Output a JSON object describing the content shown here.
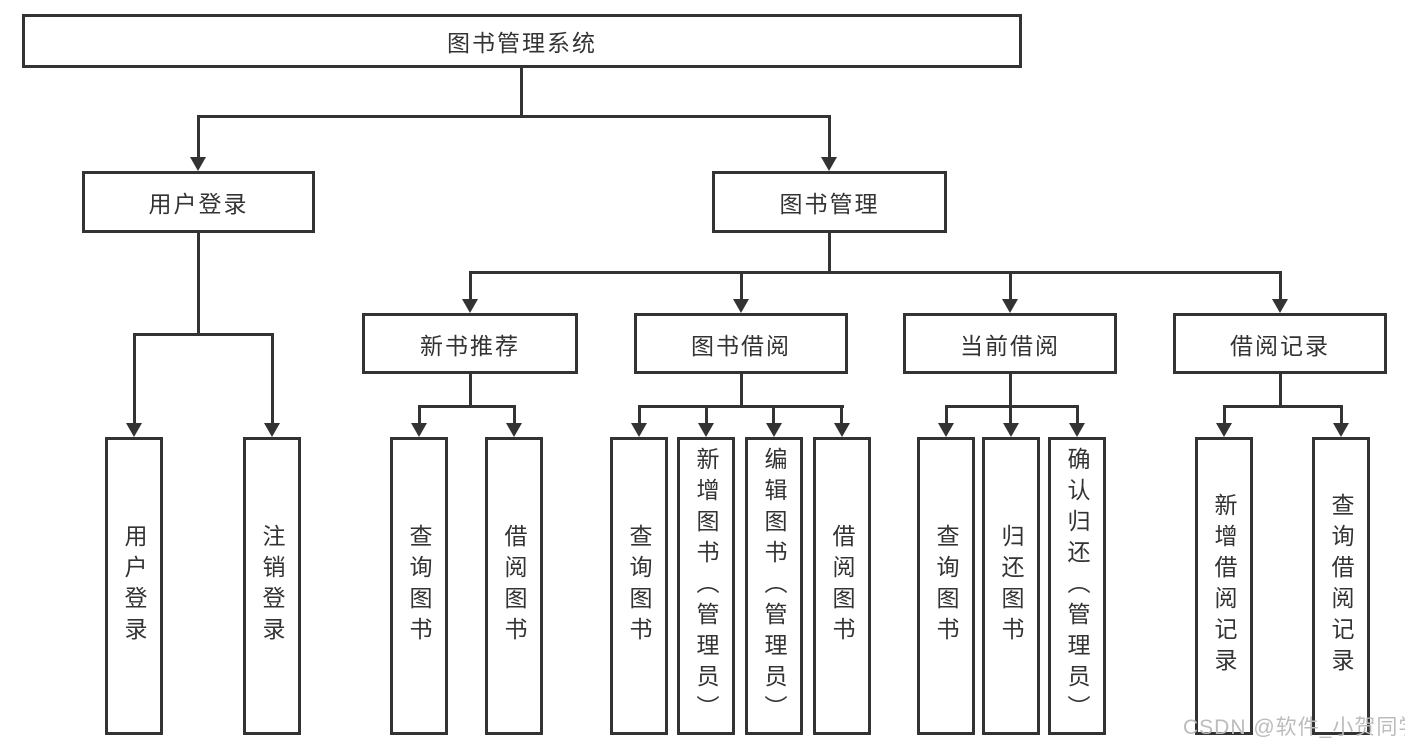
{
  "diagram": {
    "type": "hierarchy",
    "tree": {
      "label": "图书管理系统",
      "children": [
        {
          "label": "用户登录",
          "children": [
            {
              "label": "用户登录"
            },
            {
              "label": "注销登录"
            }
          ]
        },
        {
          "label": "图书管理",
          "children": [
            {
              "label": "新书推荐",
              "children": [
                {
                  "label": "查询图书"
                },
                {
                  "label": "借阅图书"
                }
              ]
            },
            {
              "label": "图书借阅",
              "children": [
                {
                  "label": "查询图书"
                },
                {
                  "label": "新增图书（管理员）"
                },
                {
                  "label": "编辑图书（管理员）"
                },
                {
                  "label": "借阅图书"
                }
              ]
            },
            {
              "label": "当前借阅",
              "children": [
                {
                  "label": "查询图书"
                },
                {
                  "label": "归还图书"
                },
                {
                  "label": "确认归还（管理员）"
                }
              ]
            },
            {
              "label": "借阅记录",
              "children": [
                {
                  "label": "新增借阅记录"
                },
                {
                  "label": "查询借阅记录"
                }
              ]
            }
          ]
        }
      ]
    },
    "colors": {
      "line": "#333333",
      "text": "#333333",
      "background": "#ffffff",
      "watermark": "#bcbcbc"
    }
  },
  "watermark": {
    "text": "CSDN @软件_小贺同学"
  }
}
